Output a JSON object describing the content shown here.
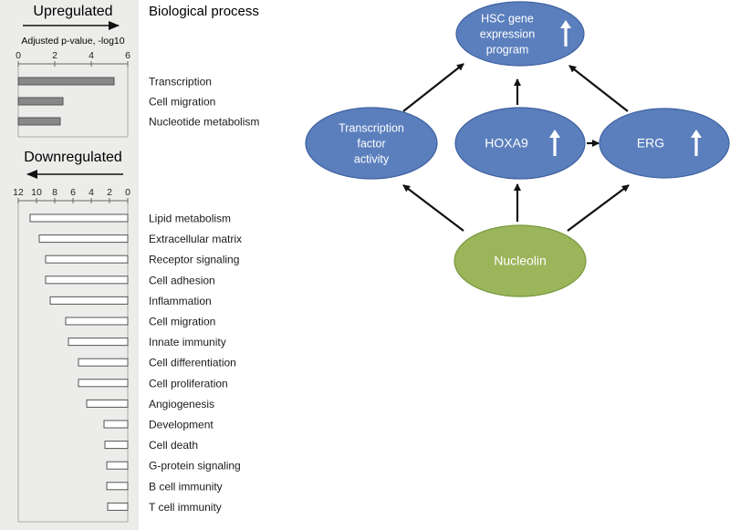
{
  "chart_data": [
    {
      "type": "bar",
      "orientation": "horizontal",
      "title": "Upregulated",
      "direction_arrow": "right",
      "xlabel": "Adjusted p-value, -log10",
      "xlim": [
        0,
        6
      ],
      "xticks": [
        0,
        2,
        4,
        6
      ],
      "bar_color": "#888888",
      "categories": [
        "Transcription",
        "Cell migration",
        "Nucleotide metabolism"
      ],
      "values": [
        5.25,
        2.45,
        2.3
      ]
    },
    {
      "type": "bar",
      "orientation": "horizontal",
      "title": "Downregulated",
      "direction_arrow": "left",
      "xlim": [
        12,
        0
      ],
      "xticks": [
        12,
        10,
        8,
        6,
        4,
        2,
        0
      ],
      "bar_color": "#ffffff",
      "categories": [
        "Lipid metabolism",
        "Extracellular matrix",
        "Receptor signaling",
        "Cell adhesion",
        "Inflammation",
        "Cell migration",
        "Innate immunity",
        "Cell differentiation",
        "Cell proliferation",
        "Angiogenesis",
        "Development",
        "Cell death",
        "G-protein signaling",
        "B cell immunity",
        "T cell immunity"
      ],
      "values": [
        10.7,
        9.7,
        9.0,
        9.0,
        8.5,
        6.8,
        6.5,
        5.4,
        5.4,
        4.5,
        2.6,
        2.5,
        2.3,
        2.3,
        2.2
      ]
    }
  ],
  "column_header": "Biological process",
  "diagram": {
    "nodes": [
      {
        "id": "hsc",
        "lines": [
          "HSC gene",
          "expression",
          "program"
        ],
        "up_arrow": true,
        "color": "#5b7fbd"
      },
      {
        "id": "tf",
        "lines": [
          "Transcription",
          "factor",
          "activity"
        ],
        "up_arrow": false,
        "color": "#5b7fbd"
      },
      {
        "id": "hoxa9",
        "lines": [
          "HOXA9"
        ],
        "up_arrow": true,
        "color": "#5b7fbd"
      },
      {
        "id": "erg",
        "lines": [
          "ERG"
        ],
        "up_arrow": true,
        "color": "#5b7fbd"
      },
      {
        "id": "nucleolin",
        "lines": [
          "Nucleolin"
        ],
        "up_arrow": false,
        "color": "#9bb55a"
      }
    ],
    "edges": [
      {
        "from": "tf",
        "to": "hsc"
      },
      {
        "from": "hoxa9",
        "to": "hsc"
      },
      {
        "from": "erg",
        "to": "hsc"
      },
      {
        "from": "hoxa9",
        "to": "erg"
      },
      {
        "from": "nucleolin",
        "to": "tf"
      },
      {
        "from": "nucleolin",
        "to": "hoxa9"
      },
      {
        "from": "nucleolin",
        "to": "erg"
      }
    ]
  }
}
